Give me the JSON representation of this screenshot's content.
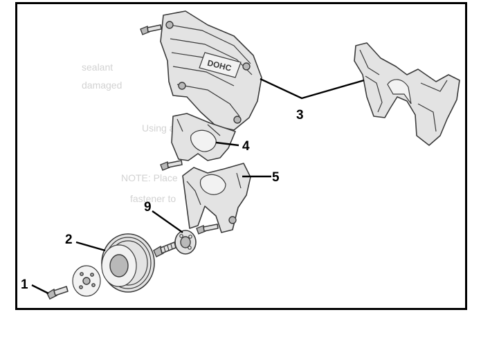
{
  "diagram": {
    "embossed_text": "DOHC",
    "callouts": [
      {
        "id": "1",
        "label": "1"
      },
      {
        "id": "2",
        "label": "2"
      },
      {
        "id": "3",
        "label": "3"
      },
      {
        "id": "4",
        "label": "4"
      },
      {
        "id": "5",
        "label": "5"
      },
      {
        "id": "9",
        "label": "9"
      }
    ]
  },
  "show_through": {
    "lines": [
      "sealant",
      "damaged",
      "Using a soft",
      "NOTE: Place",
      "fastener to"
    ]
  },
  "colors": {
    "frame": "#000000",
    "part_fill": "#e3e3e3",
    "part_shade": "#b9b9b9",
    "outline": "#3a3a3a"
  }
}
